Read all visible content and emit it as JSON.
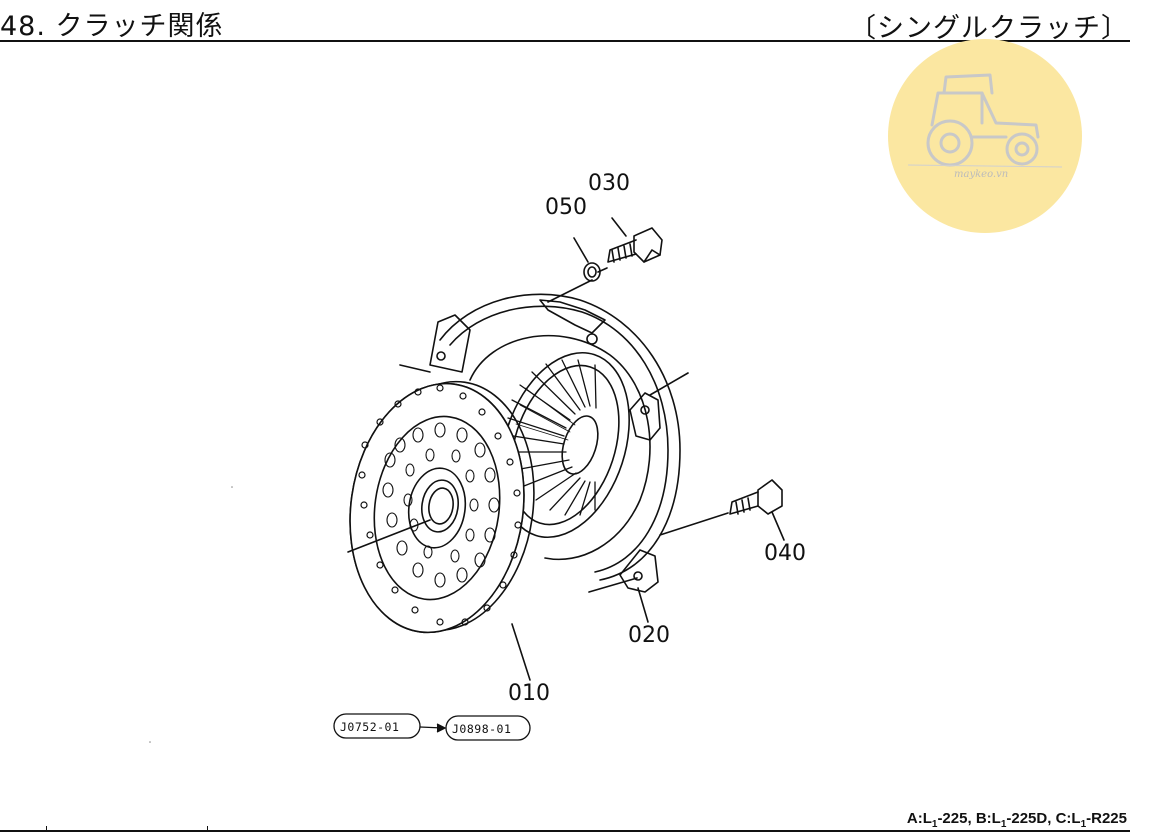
{
  "header": {
    "title": "48. クラッチ関係",
    "subtitle": "〔シングルクラッチ〕"
  },
  "parts": [
    {
      "code": "010"
    },
    {
      "code": "020"
    },
    {
      "code": "030"
    },
    {
      "code": "040"
    },
    {
      "code": "050"
    }
  ],
  "references": {
    "from": "J0752-01",
    "to": "J0898-01"
  },
  "watermark": {
    "text": "maykeo.vn",
    "color": "#fbe7a1"
  },
  "footer": {
    "a_prefix": "A:L",
    "a_sub": "1",
    "a_suffix": "-225,",
    "b_prefix": "B:L",
    "b_sub": "1",
    "b_suffix": "-225D,",
    "c_prefix": "C:L",
    "c_sub": "1",
    "c_suffix": "-R225"
  }
}
